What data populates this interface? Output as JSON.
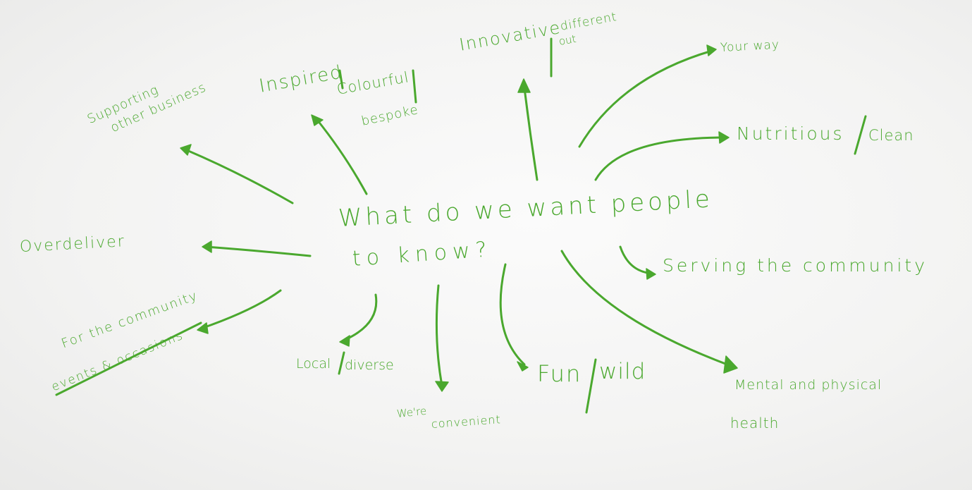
{
  "center": {
    "line1": "What do we want people",
    "line2": "to know?"
  },
  "ideas": {
    "supporting_line1": "Supporting",
    "supporting_line2": "other business",
    "inspired": "Inspired",
    "colourful": "Colourful",
    "bespoke": "bespoke",
    "innovative": "Innovative",
    "different_line1": "different",
    "different_line2": "out",
    "your_way": "Your way",
    "nutritious": "Nutritious",
    "clean": "Clean",
    "overdeliver": "Overdeliver",
    "serving": "Serving the community",
    "for_community": "For the community",
    "events": "events & occasions",
    "local": "Local",
    "diverse": "diverse",
    "convenient_line1": "We're",
    "convenient_line2": "convenient",
    "fun": "Fun",
    "wild": "wild",
    "health_line1": "Mental and physical",
    "health_line2": "health"
  },
  "colors": {
    "ink": "#4aa82e",
    "paper": "#f6f6f5"
  }
}
